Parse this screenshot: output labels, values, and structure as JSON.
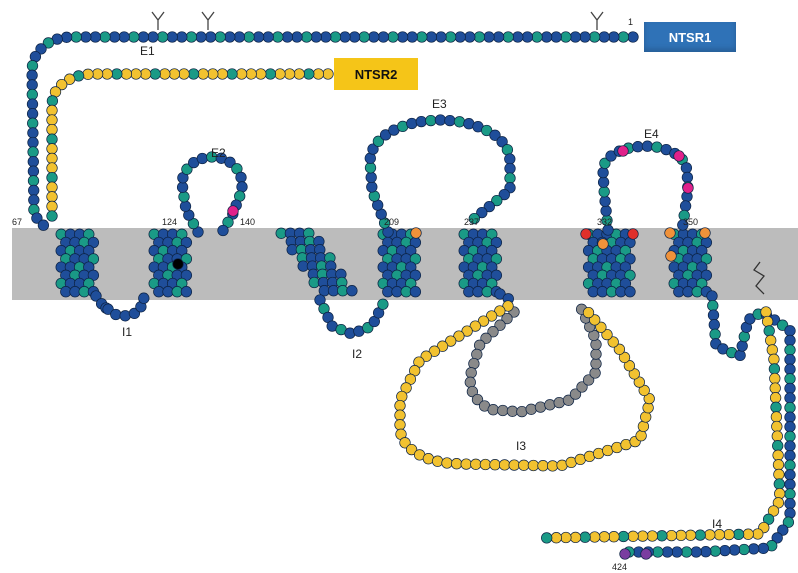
{
  "receptors": {
    "ntsr1": {
      "label": "NTSR1",
      "color": "#2f72b7"
    },
    "ntsr2": {
      "label": "NTSR2",
      "color": "#f5c518"
    }
  },
  "region_labels": {
    "e1": "E1",
    "e2": "E2",
    "e3": "E3",
    "e4": "E4",
    "i1": "I1",
    "i2": "I2",
    "i3": "I3",
    "i4": "I4"
  },
  "residue_numbers": {
    "n1": "1",
    "n67": "67",
    "n124": "124",
    "n140": "140",
    "n209": "209",
    "n237": "237",
    "n332": "332",
    "n350": "350",
    "n424": "424"
  },
  "colors": {
    "ntsr1_residue": "#1f4e9a",
    "conserved_residue": "#1a9a86",
    "ntsr2_residue": "#f2c230",
    "ntsr1_deleted": "#8a8a8a",
    "membrane": "#bcbcbc",
    "highlight_magenta": "#e0218a",
    "highlight_red": "#e0302a",
    "highlight_orange": "#f0923a",
    "highlight_purple": "#7a3da0",
    "highlight_black": "#000000"
  },
  "icons": [
    "glycosylation-site-icon",
    "break-mark-icon"
  ]
}
